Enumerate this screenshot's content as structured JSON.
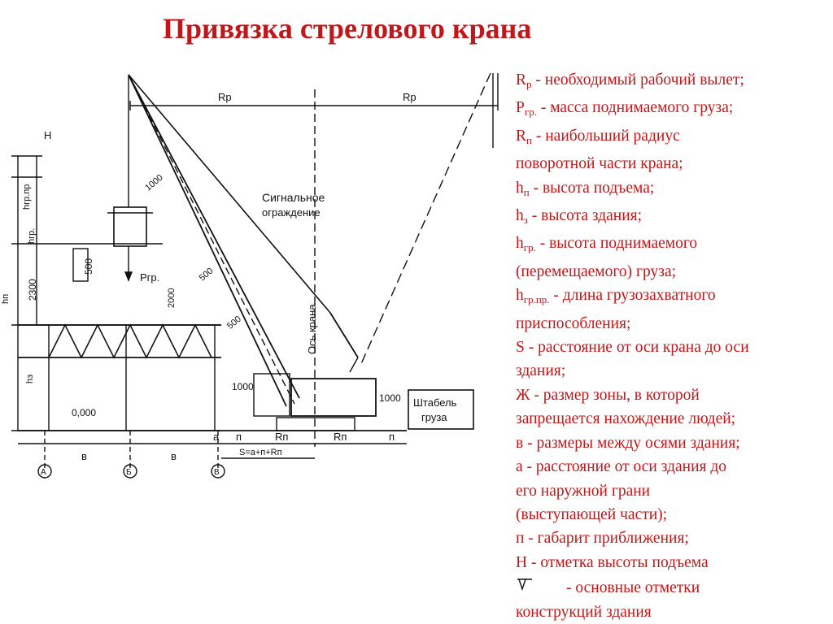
{
  "title": "Привязка стрелового крана",
  "diagram": {
    "labels": {
      "rp_left": "Rр",
      "rp_right": "Rр",
      "H": "H",
      "h_gr_pr": "hгр.пр",
      "h_gr": "hгр.",
      "h_n": "hп",
      "d2300": "2300",
      "d500_top": "500",
      "p_gr": "Pгр.",
      "d2000": "2000",
      "d1000_boom": "1000",
      "signal_1": "Сигнальное",
      "signal_2": "ограждение",
      "d500_a": "500",
      "d500_b": "500",
      "axis_crane": "Ось крана",
      "d1000_left": "1000",
      "d1000_right": "1000",
      "h_z": "hз",
      "zero_mark": "0,000",
      "stack_1": "Штабель",
      "stack_2": "груза",
      "dim_v1": "в",
      "dim_v2": "в",
      "dim_a": "а",
      "dim_p1": "п",
      "dim_rn1": "Rп",
      "dim_rn2": "Rп",
      "dim_p2": "п",
      "s_formula": "S=а+п+Rп",
      "axis_A": "А",
      "axis_B": "Б",
      "axis_V": "В"
    }
  },
  "legend": [
    {
      "main": "R",
      "sub": "р",
      "rest": " - необходимый рабочий вылет;"
    },
    {
      "main": "P",
      "sub": "гр.",
      "rest": " - масса поднимаемого груза;"
    },
    {
      "main": "R",
      "sub": "п",
      "rest": " - наибольший радиус"
    },
    {
      "main": "",
      "sub": "",
      "rest": "поворотной части крана;"
    },
    {
      "main": "h",
      "sub": "п",
      "rest": " - высота подъема;"
    },
    {
      "main": "h",
      "sub": "з",
      "rest": " - высота здания;"
    },
    {
      "main": "h",
      "sub": "гр.",
      "rest": " - высота поднимаемого"
    },
    {
      "main": "",
      "sub": "",
      "rest": "(перемещаемого) груза;"
    },
    {
      "main": "h",
      "sub": "гр.пр.",
      "rest": " - длина грузозахватного"
    },
    {
      "main": "",
      "sub": "",
      "rest": "приспособления;"
    },
    {
      "main": "",
      "sub": "",
      "rest": "S - расстояние от оси крана до оси"
    },
    {
      "main": "",
      "sub": "",
      "rest": "здания;"
    },
    {
      "main": "",
      "sub": "",
      "rest": "Ж - размер зоны, в которой"
    },
    {
      "main": "",
      "sub": "",
      "rest": "запрещается нахождение людей;"
    },
    {
      "main": "",
      "sub": "",
      "rest": "в - размеры между осями здания;"
    },
    {
      "main": "",
      "sub": "",
      "rest": "а - расстояние от оси здания до"
    },
    {
      "main": "",
      "sub": "",
      "rest": "его наружной грани"
    },
    {
      "main": "",
      "sub": "",
      "rest": "(выступающей части);"
    },
    {
      "main": "",
      "sub": "",
      "rest": "п - габарит приближения;"
    },
    {
      "main": "",
      "sub": "",
      "rest": "H - отметка высоты подъема"
    },
    {
      "main": "",
      "sub": "",
      "rest": "- основные отметки",
      "icon": "elevation-mark-icon"
    },
    {
      "main": "",
      "sub": "",
      "rest": "конструкций здания"
    }
  ]
}
